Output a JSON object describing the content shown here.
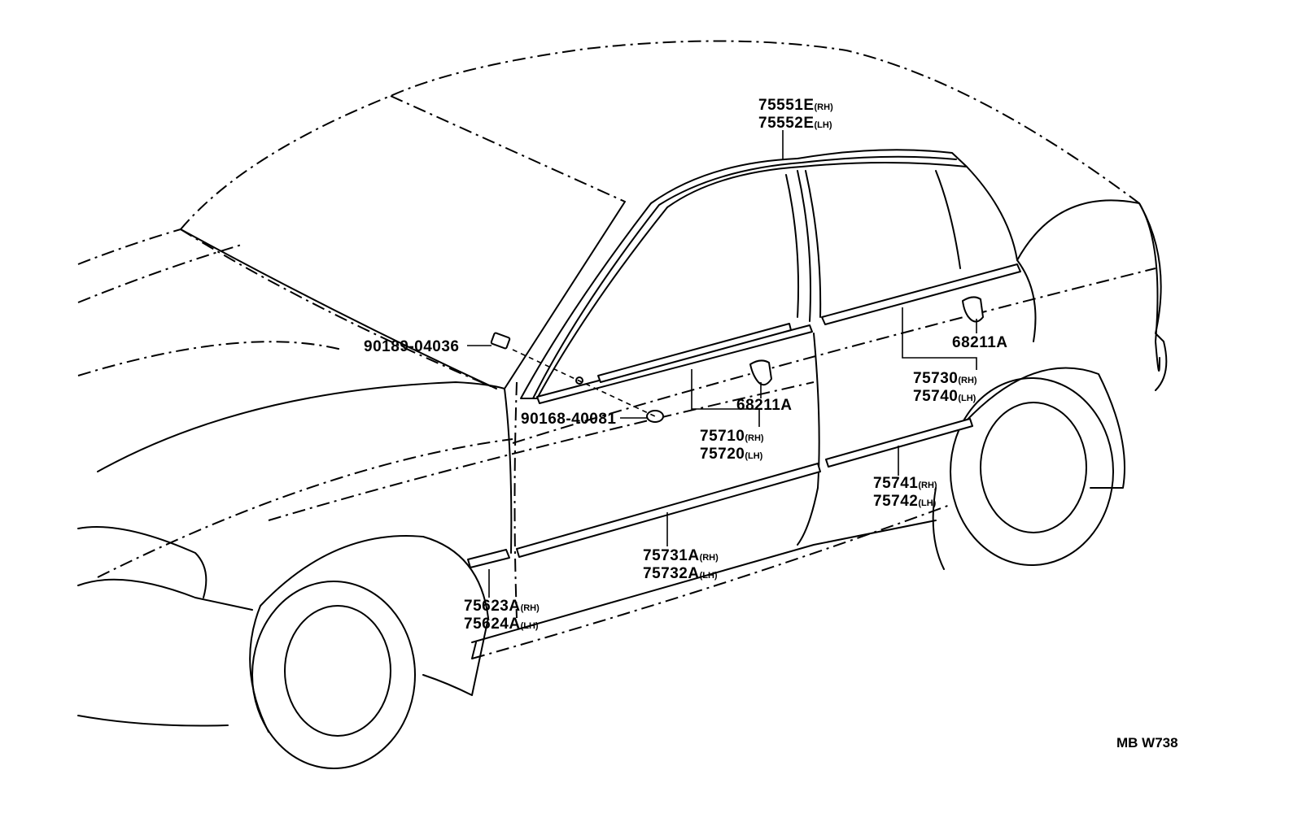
{
  "drawing_code": "MB W738",
  "parts": [
    {
      "id": "roof_molding",
      "lines": [
        {
          "num": "75551E",
          "side": "(RH)"
        },
        {
          "num": "75552E",
          "side": "(LH)"
        }
      ]
    },
    {
      "id": "screw_top",
      "lines": [
        {
          "num": "90189-04036",
          "side": ""
        }
      ]
    },
    {
      "id": "screw_bottom",
      "lines": [
        {
          "num": "90168-40081",
          "side": ""
        }
      ]
    },
    {
      "id": "clip_front",
      "lines": [
        {
          "num": "68211A",
          "side": ""
        }
      ]
    },
    {
      "id": "front_belt_molding",
      "lines": [
        {
          "num": "75710",
          "side": "(RH)"
        },
        {
          "num": "75720",
          "side": "(LH)"
        }
      ]
    },
    {
      "id": "clip_rear",
      "lines": [
        {
          "num": "68211A",
          "side": ""
        }
      ]
    },
    {
      "id": "rear_belt_molding",
      "lines": [
        {
          "num": "75730",
          "side": "(RH)"
        },
        {
          "num": "75740",
          "side": "(LH)"
        }
      ]
    },
    {
      "id": "rear_side_molding",
      "lines": [
        {
          "num": "75741",
          "side": "(RH)"
        },
        {
          "num": "75742",
          "side": "(LH)"
        }
      ]
    },
    {
      "id": "front_door_side_molding",
      "lines": [
        {
          "num": "75731A",
          "side": "(RH)"
        },
        {
          "num": "75732A",
          "side": "(LH)"
        }
      ]
    },
    {
      "id": "fender_molding",
      "lines": [
        {
          "num": "75623A",
          "side": "(RH)"
        },
        {
          "num": "75624A",
          "side": "(LH)"
        }
      ]
    }
  ]
}
